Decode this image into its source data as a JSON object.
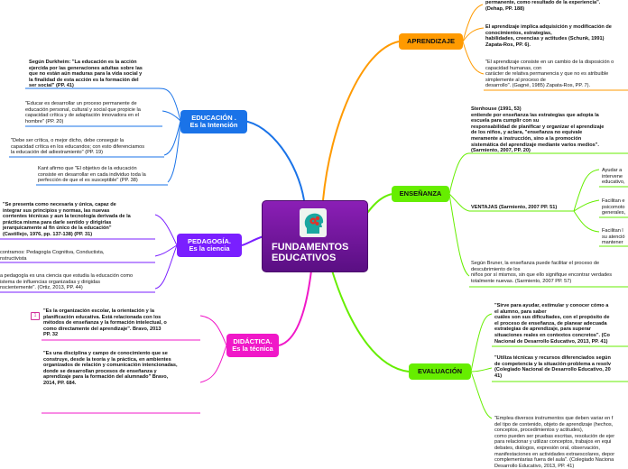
{
  "central": {
    "title": "FUNDAMENTOS\nEDUCATIVOS",
    "icon": "brain-gears-icon"
  },
  "branches": {
    "aprendizaje": {
      "label": "APRENDIZAJE",
      "color": "#ff9a00"
    },
    "ensenanza": {
      "label": "ENSEÑANZA",
      "color": "#66ee00"
    },
    "evaluacion": {
      "label": "EVALUACIÓN",
      "color": "#66ee00"
    },
    "educacion": {
      "label": "EDUCACIÓN .\nEs la Intención",
      "color": "#1a73e8"
    },
    "pedagogia": {
      "label": "PEDAGOGÍA.\nEs la ciencia",
      "color": "#7a1fff"
    },
    "didactica": {
      "label": "DIDÁCTICA.\nEs la técnica",
      "color": "#f018c8"
    }
  },
  "notes": {
    "apr1": "permanente, como resultado de la experiencia\".\n(Dehap, PP. 188)",
    "apr2": "El aprendizaje implica adquisición y modificación de\nconocimientos, estrategias,\nhabilidades, creencias y actitudes (Schunk, 1991)\nZapata-Ros, PP. 6).",
    "apr3": "\"El aprendizaje consiste en un cambio de la disposición o\ncapacidad humanas, con\ncarácter de relativa permanencia y que no es atribuible\nsimplemente al proceso de\ndesarrollo\". (Gagné, 1985) Zapata-Ros, PP. 7).",
    "ens1": "Stenhouse (1991, 53)\nentiende por enseñanza las estrategias que adopta la\nescuela para cumplir con su\nresponsabilidad de planificar y organizar el aprendizaje\nde los niños, y aclara, \"enseñanza no equivale\nmeramente a instrucción, sino a la promoción\nsistemática del aprendizaje mediante varios medios\".\n(Sarmiento, 2007,  PP. 20)",
    "ens_v": "VENTAJAS (Sarmiento, 2007 PP. 51)",
    "ens_v1": "Ayudar a\nintervene\neducativo,",
    "ens_v2": "Facilitan e\npsicomoto\ngenerales,",
    "ens_v3": "Facilitan l\nsu atenció\nmantener",
    "ens2": "Según Bruner, la enseñanza puede facilitar el proceso de\ndescubrimiento de los\nniños por sí mismos, sin que ello signifique encontrar verdades\ntotalmente nuevas. (Sarmiento, 2007 PP. 57)",
    "eva1": "\"Sirve para ayudar, estimular y conocer cómo a\nel alumno, para saber\ncuáles son sus dificultades, con el propósito de\nel proceso de enseñanza, de planear adecuada\nestrategias de aprendizaje, para superar\nsituaciones reales en contextos concretos\". (Co\nNacional de Desarrollo Educativo, 2013, PP. 41)",
    "eva2": "\"Utiliza técnicas y recursos diferenciados según\nde competencia y la situación-problema a resolv\n(Colegiado Nacional de Desarrollo Educativo, 20\n41)",
    "eva3": "\"Emplea diversos instrumentos que deben variar en f\ndel tipo de contenido, objeto de aprendizaje (hechos,\nconceptos, procedimientos y actitudes),\ncomo pueden ser pruebas escritas, resolución de ejer\npara relacionar y utilizar conceptos, trabajos en equi\ndebates, diálogos, expresión oral, observación,\nmanifestaciones en actividades extraescolares, depor\ncomplementarias fuera del aula\". (Colegiado Naciona\nDesarrollo Educativo, 2013, PP. 41)",
    "edu1": "Según Durkheim: \"La educación es la acción\nejercida por las generaciones adultas sobre las\nque no están aún maduras para la vida social y\nla finalidad de esta acción es la formación del\nser social\" (PP. 41)",
    "edu2": "\"Educar es desarrollar un proceso permanente de\neducación personal, cultural y social que propicie la\ncapacidad crítica y de adaptación innovadora en el\nhombre\" (PP. 20)",
    "edu3": "\"Debe ser crítica, o mejor dicho, debe conseguir la\ncapacidad crítica en los educandos; con esto diferenciamos\nla educación del adiestramiento\" (PP. 19)",
    "edu4": "Kant afirmo que \"El objetivo de la educación\nconsiste en desarrollar en cada individuo toda la\nperfección de que el es susceptible\" (PP. 38)",
    "ped1": "\"Se presenta como necesaria y única, capaz de\nintegrar sus principios y normas, las nuevas\ncorrientes técnicas y aun la tecnología derivada de la\npráctica misma para darle sentido y dirigirlas\njerarquicamente al fin único de la educación\"\n(Castillejo, 1976, pp. 137-138) (PP. 31)",
    "ped2": "contramos: Pedagogía Cognitiva, Conductista,\nnstructivista",
    "ped3": "a pedagogía es una ciencia que estudia la educación como\nistema  de influencias organizadas y dirigidas\nnscientemente\". (Ortiz, 2013, PP. 44)",
    "did_badge": "1",
    "did1": "\"Es la organización escolar, la orientación y la\nplanificación educativa. Está relacionada con los\nmétodos de enseñanza y la formación intelectual, o\ncomo directamente del aprendizaje\". Bravo, 2013\nPP. 32",
    "did2": "\"Es una disciplina y campo de conocimiento que se\nconstruye, desde la teoría y la práctica, en ambientes\norganizados de relación y comunicación intencionadas,\ndonde se desarrollan procesos de enseñanza y\naprendizaje para la formación del alumnado\" Bravo,\n2014, PP. 684."
  }
}
